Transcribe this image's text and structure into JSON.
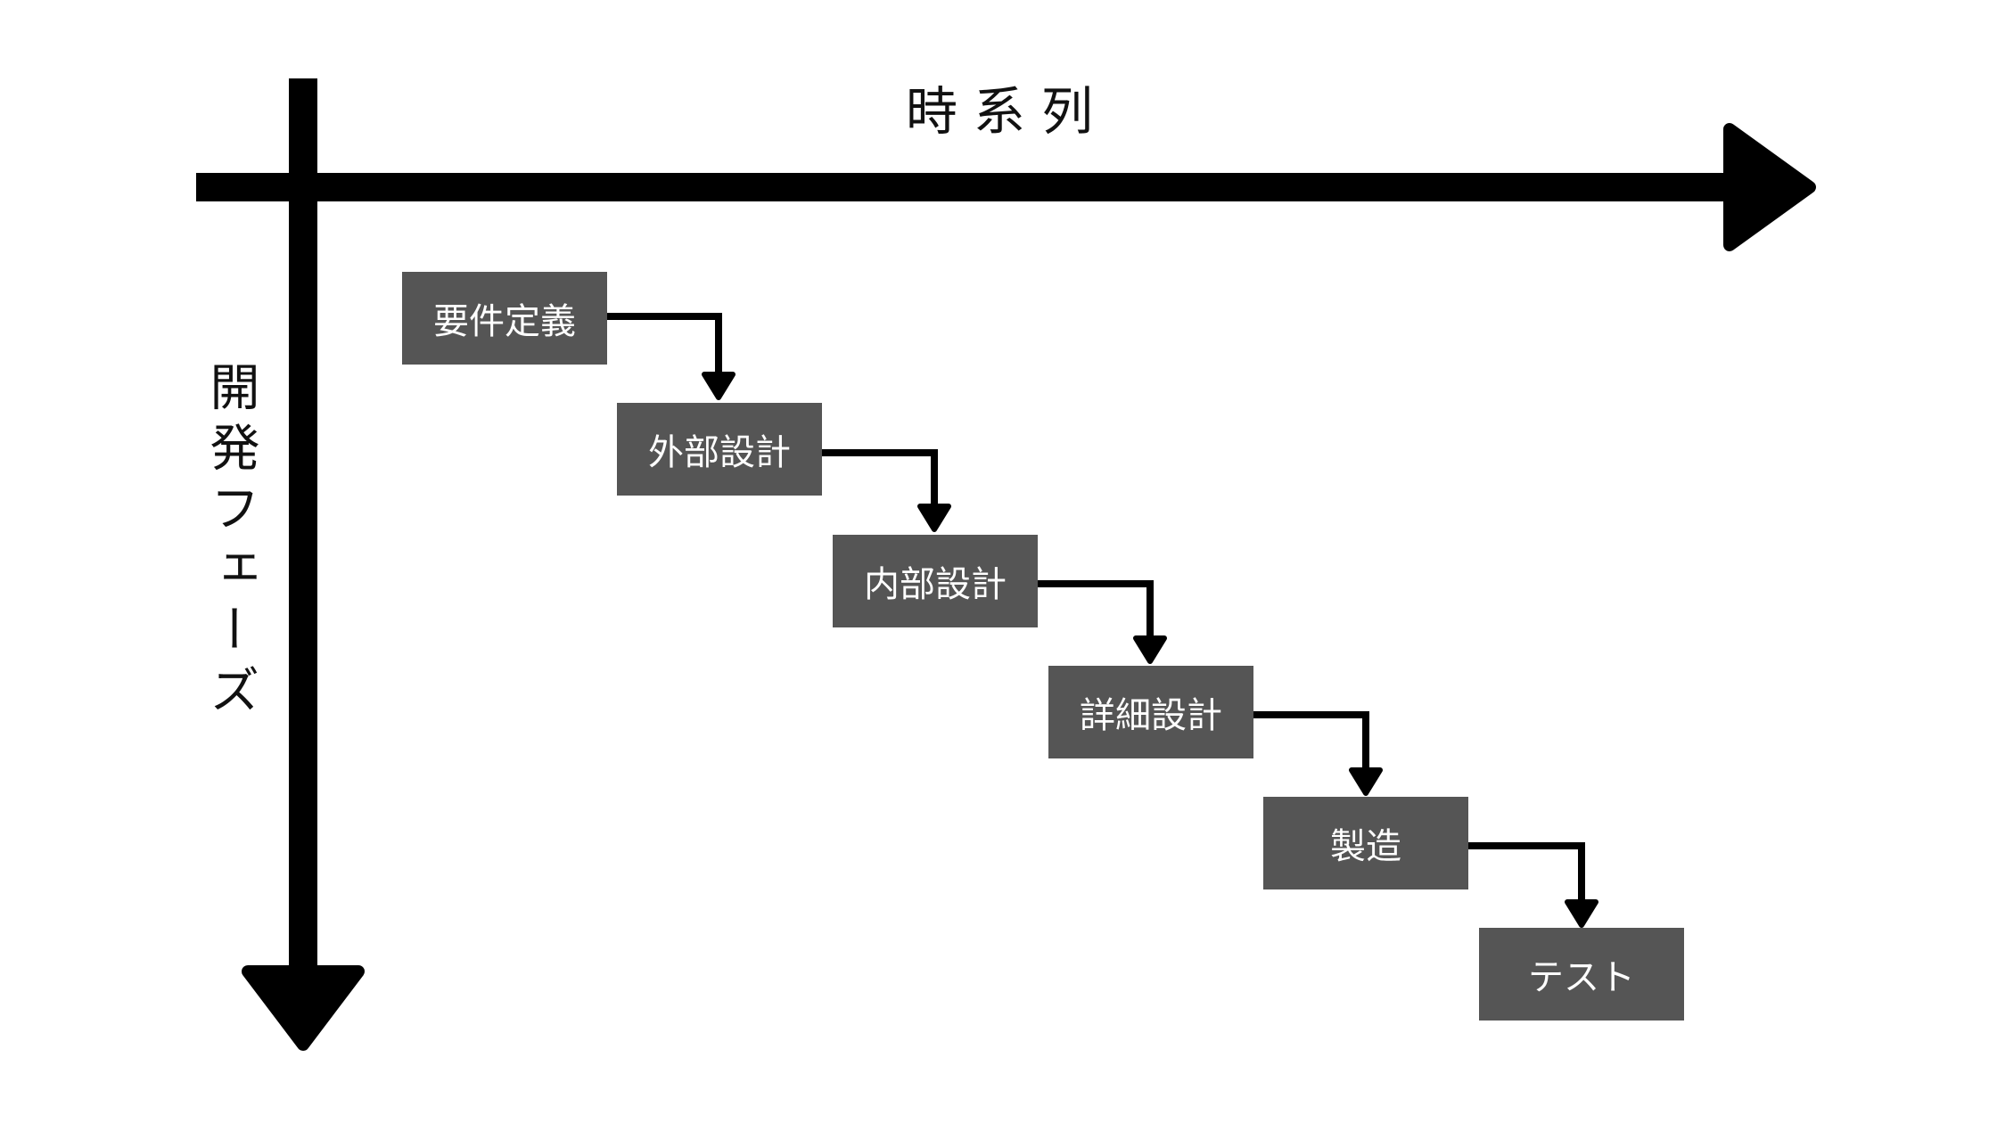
{
  "diagram": {
    "x_axis_label": "時系列",
    "y_axis_label": "開発フェーズ",
    "phases": [
      {
        "label": "要件定義"
      },
      {
        "label": "外部設計"
      },
      {
        "label": "内部設計"
      },
      {
        "label": "詳細設計"
      },
      {
        "label": "製造"
      },
      {
        "label": "テスト"
      }
    ],
    "colors": {
      "axis": "#000000",
      "box_fill": "#555555",
      "box_text": "#ffffff",
      "connector": "#000000",
      "background": "#ffffff"
    }
  }
}
